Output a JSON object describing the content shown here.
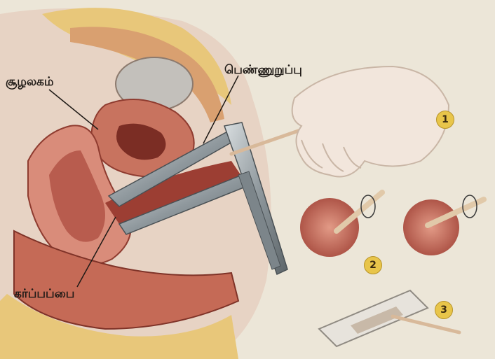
{
  "labels": {
    "uterus_top": "சூழலகம்",
    "vagina": "பெண்ணுறுப்பு",
    "cervix": "கர்ப்பப்பை"
  },
  "steps": [
    "1",
    "2",
    "3"
  ],
  "colors": {
    "background": "#ece6d8",
    "tissue_pink": "#d98c7a",
    "tissue_dark": "#b85c4e",
    "fat_yellow": "#e8c77a",
    "speculum": "#9aa3a8",
    "skin": "#f2e6dc",
    "badge": "#e8c54a"
  }
}
